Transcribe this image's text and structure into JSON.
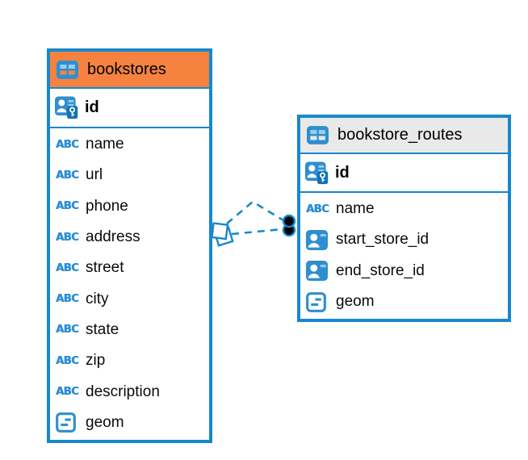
{
  "diagram": {
    "type": "er-diagram",
    "tables": [
      {
        "name": "bookstores",
        "header_icon": "table-icon",
        "header_color": "#F5823E",
        "columns": [
          {
            "name": "id",
            "icon": "primary-key-icon",
            "primary": true
          },
          {
            "name": "name",
            "icon": "text-type-icon"
          },
          {
            "name": "url",
            "icon": "text-type-icon"
          },
          {
            "name": "phone",
            "icon": "text-type-icon"
          },
          {
            "name": "address",
            "icon": "text-type-icon"
          },
          {
            "name": "street",
            "icon": "text-type-icon"
          },
          {
            "name": "city",
            "icon": "text-type-icon"
          },
          {
            "name": "state",
            "icon": "text-type-icon"
          },
          {
            "name": "zip",
            "icon": "text-type-icon"
          },
          {
            "name": "description",
            "icon": "text-type-icon"
          },
          {
            "name": "geom",
            "icon": "geometry-type-icon"
          }
        ]
      },
      {
        "name": "bookstore_routes",
        "header_icon": "table-icon",
        "header_color": "#E9E9E9",
        "columns": [
          {
            "name": "id",
            "icon": "primary-key-icon",
            "primary": true
          },
          {
            "name": "name",
            "icon": "text-type-icon"
          },
          {
            "name": "start_store_id",
            "icon": "foreign-key-icon"
          },
          {
            "name": "end_store_id",
            "icon": "foreign-key-icon"
          },
          {
            "name": "geom",
            "icon": "geometry-type-icon"
          }
        ]
      }
    ],
    "relationship": {
      "from_table": "bookstores",
      "to_table": "bookstore_routes",
      "line_style": "dashed",
      "line_count": 2,
      "color": "#1888CC",
      "source_marker": "stacked-squares",
      "target_marker": "stacked-black-dots"
    },
    "colors": {
      "table_border": "#1888CC",
      "header_orange": "#F5823E",
      "header_gray": "#E9E9E9",
      "icon_blue": "#2E8FD0",
      "icon_dark_blue": "#1272B4",
      "icon_light_blue": "#9CCDEC",
      "title_text": "#000000",
      "column_text": "#0A0A0A",
      "canvas": "#FFFFFF"
    }
  }
}
